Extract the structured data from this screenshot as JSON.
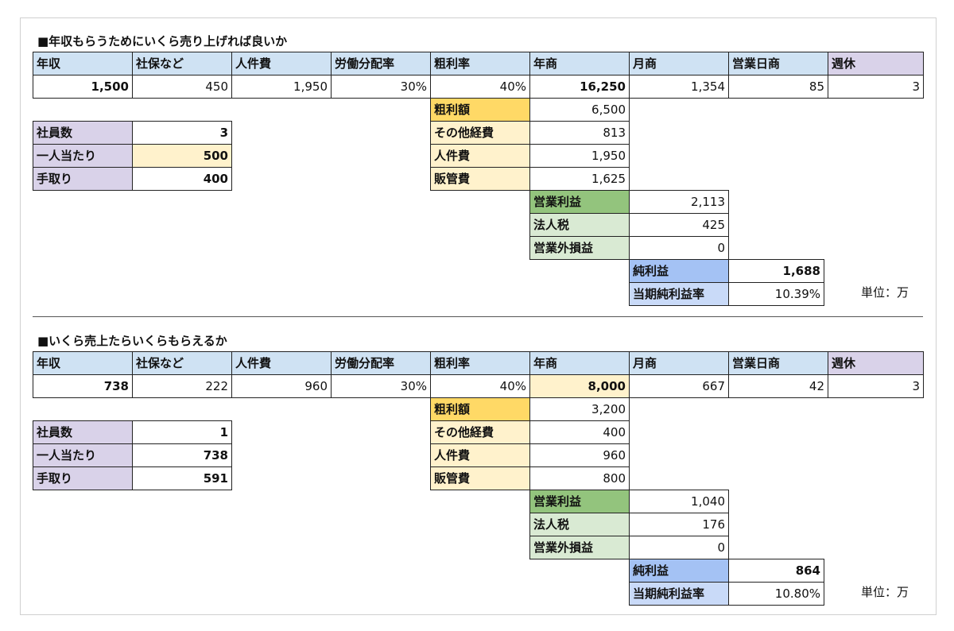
{
  "sections": [
    {
      "title": "■年収もらうためにいくら売り上げれば良いか",
      "header_labels": [
        "年収",
        "社保など",
        "人件費",
        "労働分配率",
        "粗利率",
        "年商",
        "月商",
        "営業日商",
        "週休"
      ],
      "header_values": [
        "1,500",
        "450",
        "1,950",
        "30%",
        "40%",
        "16,250",
        "1,354",
        "85",
        "3"
      ],
      "staff": [
        {
          "label": "社員数",
          "value": "3"
        },
        {
          "label": "一人当たり",
          "value": "500"
        },
        {
          "label": "手取り",
          "value": "400"
        }
      ],
      "costs": [
        {
          "label": "粗利額",
          "value": "6,500"
        },
        {
          "label": "その他経費",
          "value": "813"
        },
        {
          "label": "人件費",
          "value": "1,950"
        },
        {
          "label": "販管費",
          "value": "1,625"
        }
      ],
      "operating": [
        {
          "label": "営業利益",
          "value": "2,113"
        },
        {
          "label": "法人税",
          "value": "425"
        },
        {
          "label": "営業外損益",
          "value": "0"
        }
      ],
      "net": [
        {
          "label": "純利益",
          "value": "1,688"
        },
        {
          "label": "当期純利益率",
          "value": "10.39%"
        }
      ],
      "unit": "単位：万"
    },
    {
      "title": "■いくら売上たらいくらもらえるか",
      "header_labels": [
        "年収",
        "社保など",
        "人件費",
        "労働分配率",
        "粗利率",
        "年商",
        "月商",
        "営業日商",
        "週休"
      ],
      "header_values": [
        "738",
        "222",
        "960",
        "30%",
        "40%",
        "8,000",
        "667",
        "42",
        "3"
      ],
      "staff": [
        {
          "label": "社員数",
          "value": "1"
        },
        {
          "label": "一人当たり",
          "value": "738"
        },
        {
          "label": "手取り",
          "value": "591"
        }
      ],
      "costs": [
        {
          "label": "粗利額",
          "value": "3,200"
        },
        {
          "label": "その他経費",
          "value": "400"
        },
        {
          "label": "人件費",
          "value": "960"
        },
        {
          "label": "販管費",
          "value": "800"
        }
      ],
      "operating": [
        {
          "label": "営業利益",
          "value": "1,040"
        },
        {
          "label": "法人税",
          "value": "176"
        },
        {
          "label": "営業外損益",
          "value": "0"
        }
      ],
      "net": [
        {
          "label": "純利益",
          "value": "864"
        },
        {
          "label": "当期純利益率",
          "value": "10.80%"
        }
      ],
      "unit": "単位：万"
    }
  ],
  "colors": {
    "header": "#cfe2f3",
    "purple": "#d9d2e9",
    "gold": "#ffd966",
    "light_gold": "#fff2cc",
    "green": "#93c47d",
    "light_green": "#d9ead3",
    "blue": "#a4c2f4",
    "light_blue": "#c9daf8"
  }
}
